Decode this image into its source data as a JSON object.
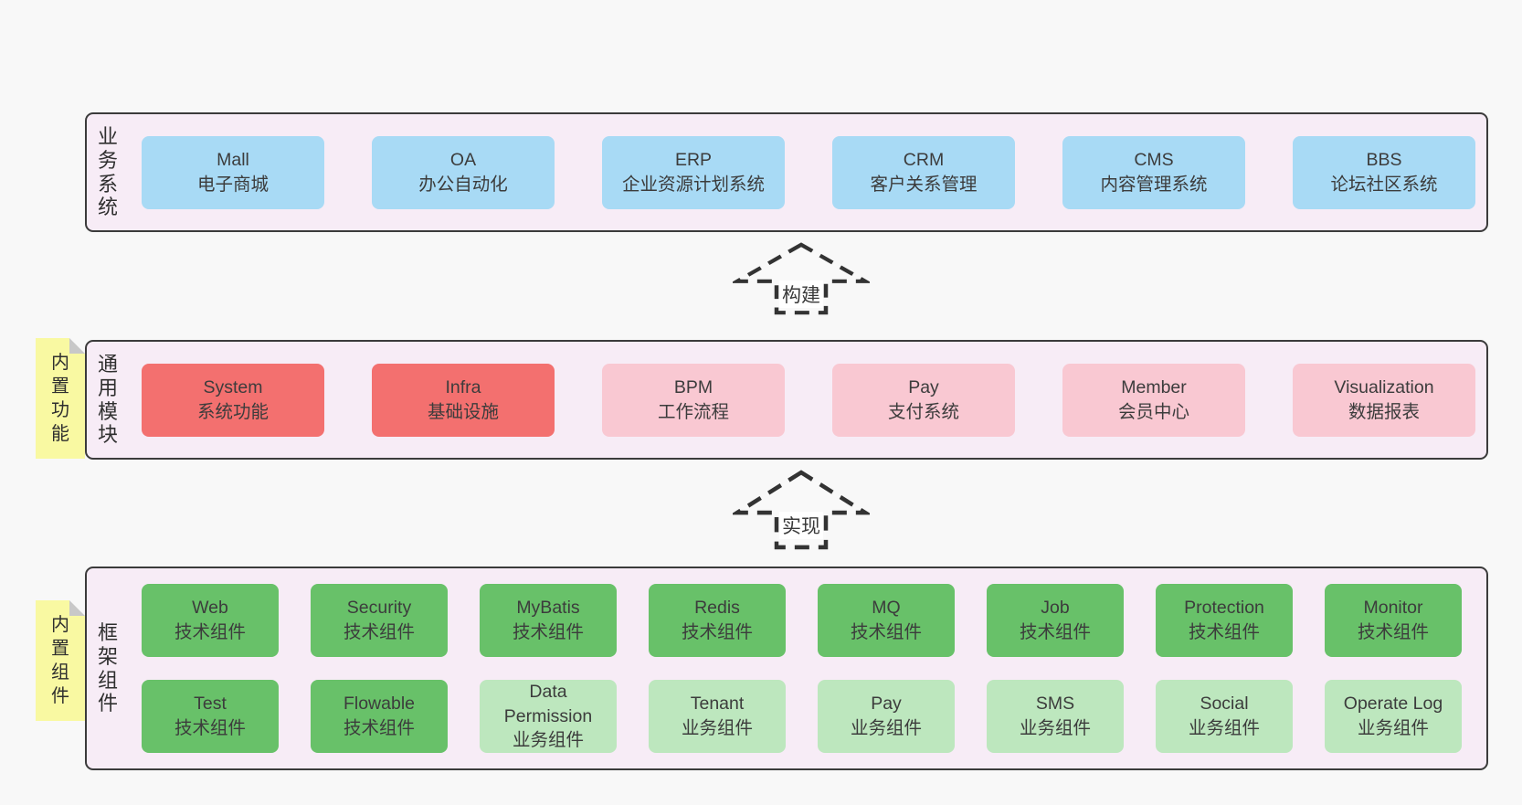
{
  "colors": {
    "page-bg": "#f8f8f8",
    "panel-bg": "#f7ecf6",
    "panel-border": "#3b3b3b",
    "box-text": "#3c3c3c",
    "blue": "#a8daf5",
    "red": "#f3706f",
    "pink": "#f9c8d2",
    "green": "#68c169",
    "light-green": "#bde7be",
    "yellow": "#f9f9a2",
    "fold-gray": "#c8c8c8",
    "arrow": "#333333"
  },
  "business_panel": {
    "side_label": "业\n务\n系\n统",
    "boxes": [
      {
        "name": "Mall",
        "desc": "电子商城"
      },
      {
        "name": "OA",
        "desc": "办公自动化"
      },
      {
        "name": "ERP",
        "desc": "企业资源计划系统"
      },
      {
        "name": "CRM",
        "desc": "客户关系管理"
      },
      {
        "name": "CMS",
        "desc": "内容管理系统"
      },
      {
        "name": "BBS",
        "desc": "论坛社区系统"
      }
    ]
  },
  "build_arrow": {
    "label": "构建"
  },
  "module_panel": {
    "sticky_label": "内\n置\n功\n能",
    "side_label": "通\n用\n模\n块",
    "boxes": [
      {
        "name": "System",
        "desc": "系统功能"
      },
      {
        "name": "Infra",
        "desc": "基础设施"
      },
      {
        "name": "BPM",
        "desc": "工作流程"
      },
      {
        "name": "Pay",
        "desc": "支付系统"
      },
      {
        "name": "Member",
        "desc": "会员中心"
      },
      {
        "name": "Visualization",
        "desc": "数据报表"
      }
    ]
  },
  "implement_arrow": {
    "label": "实现"
  },
  "component_panel": {
    "sticky_label": "内\n置\n组\n件",
    "side_label": "框\n架\n组\n件",
    "row1": [
      {
        "name": "Web",
        "desc": "技术组件"
      },
      {
        "name": "Security",
        "desc": "技术组件"
      },
      {
        "name": "MyBatis",
        "desc": "技术组件"
      },
      {
        "name": "Redis",
        "desc": "技术组件"
      },
      {
        "name": "MQ",
        "desc": "技术组件"
      },
      {
        "name": "Job",
        "desc": "技术组件"
      },
      {
        "name": "Protection",
        "desc": "技术组件"
      },
      {
        "name": "Monitor",
        "desc": "技术组件"
      }
    ],
    "row2": [
      {
        "name": "Test",
        "desc": "技术组件"
      },
      {
        "name": "Flowable",
        "desc": "技术组件"
      },
      {
        "name": "Data Permission",
        "desc": "业务组件"
      },
      {
        "name": "Tenant",
        "desc": "业务组件"
      },
      {
        "name": "Pay",
        "desc": "业务组件"
      },
      {
        "name": "SMS",
        "desc": "业务组件"
      },
      {
        "name": "Social",
        "desc": "业务组件"
      },
      {
        "name": "Operate Log",
        "desc": "业务组件"
      }
    ]
  }
}
